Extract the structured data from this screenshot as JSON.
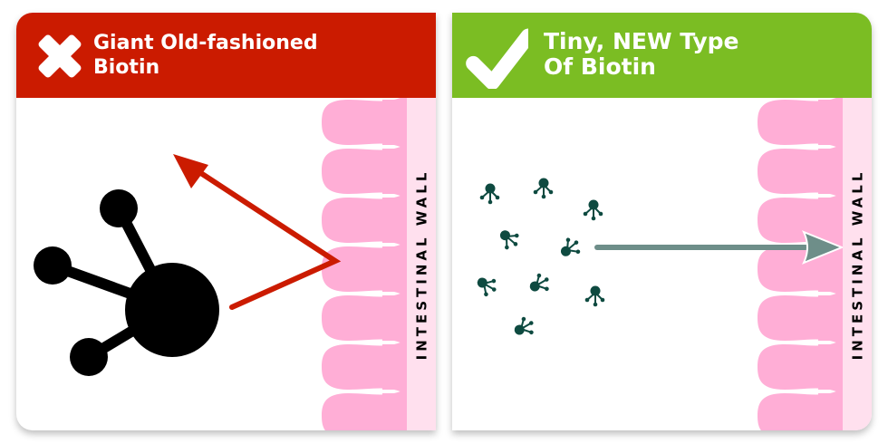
{
  "panels": [
    {
      "id": "old",
      "title_line1": "Giant Old-fashioned",
      "title_line2": "Biotin",
      "icon": "x-icon",
      "header_color": "#CB1B00",
      "wall_label": "INTESTINAL WALL",
      "molecule_color": "#000000",
      "arrow_color": "#CB1B00",
      "outcome": "bounces-off"
    },
    {
      "id": "new",
      "title_line1": "Tiny, NEW Type",
      "title_line2": "Of Biotin",
      "icon": "checkmark-icon",
      "header_color": "#7BBD23",
      "wall_label": "INTESTINAL WALL",
      "molecule_color": "#0E4A40",
      "arrow_color": "#6E8E89",
      "molecule_count": 9,
      "outcome": "passes-through"
    }
  ],
  "colors": {
    "villi": "#FFAED6",
    "wall": "#FFE0EE"
  }
}
